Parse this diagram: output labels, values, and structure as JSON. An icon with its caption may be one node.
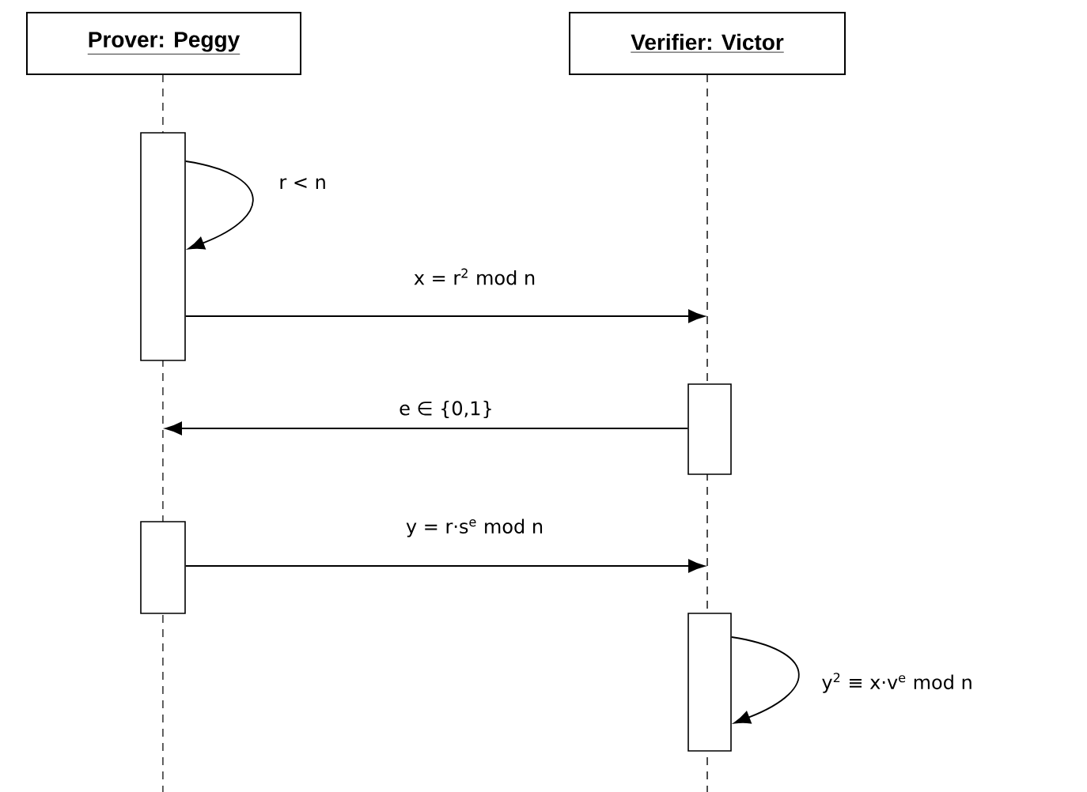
{
  "diagram": {
    "nodes": [
      {
        "text": [
          "Prover: Peggy"
        ]
      },
      {
        "text": [
          "Verifier: Victor"
        ]
      },
      {
        "text": [],
        "shape": "box"
      },
      {
        "text": [],
        "shape": "box"
      },
      {
        "text": [],
        "shape": "box"
      },
      {
        "text": [],
        "shape": "box"
      }
    ],
    "edges": [
      {
        "from": 2,
        "to": 2,
        "arrow": "to",
        "label": "r < n"
      },
      {
        "from": 2,
        "to": null,
        "arrow": "to",
        "label": "x = r$^{2}$ mod n"
      },
      {
        "from": 3,
        "to": null,
        "arrow": "to",
        "label": "e ∈ {0,1}"
      },
      {
        "from": 4,
        "to": null,
        "arrow": "to",
        "label": "y = r·s$^{e}$ mod n"
      },
      {
        "from": 5,
        "to": 5,
        "arrow": "to",
        "label": "y$^{2}$ ≡ x·v$^{e}$ mod n"
      }
    ]
  }
}
